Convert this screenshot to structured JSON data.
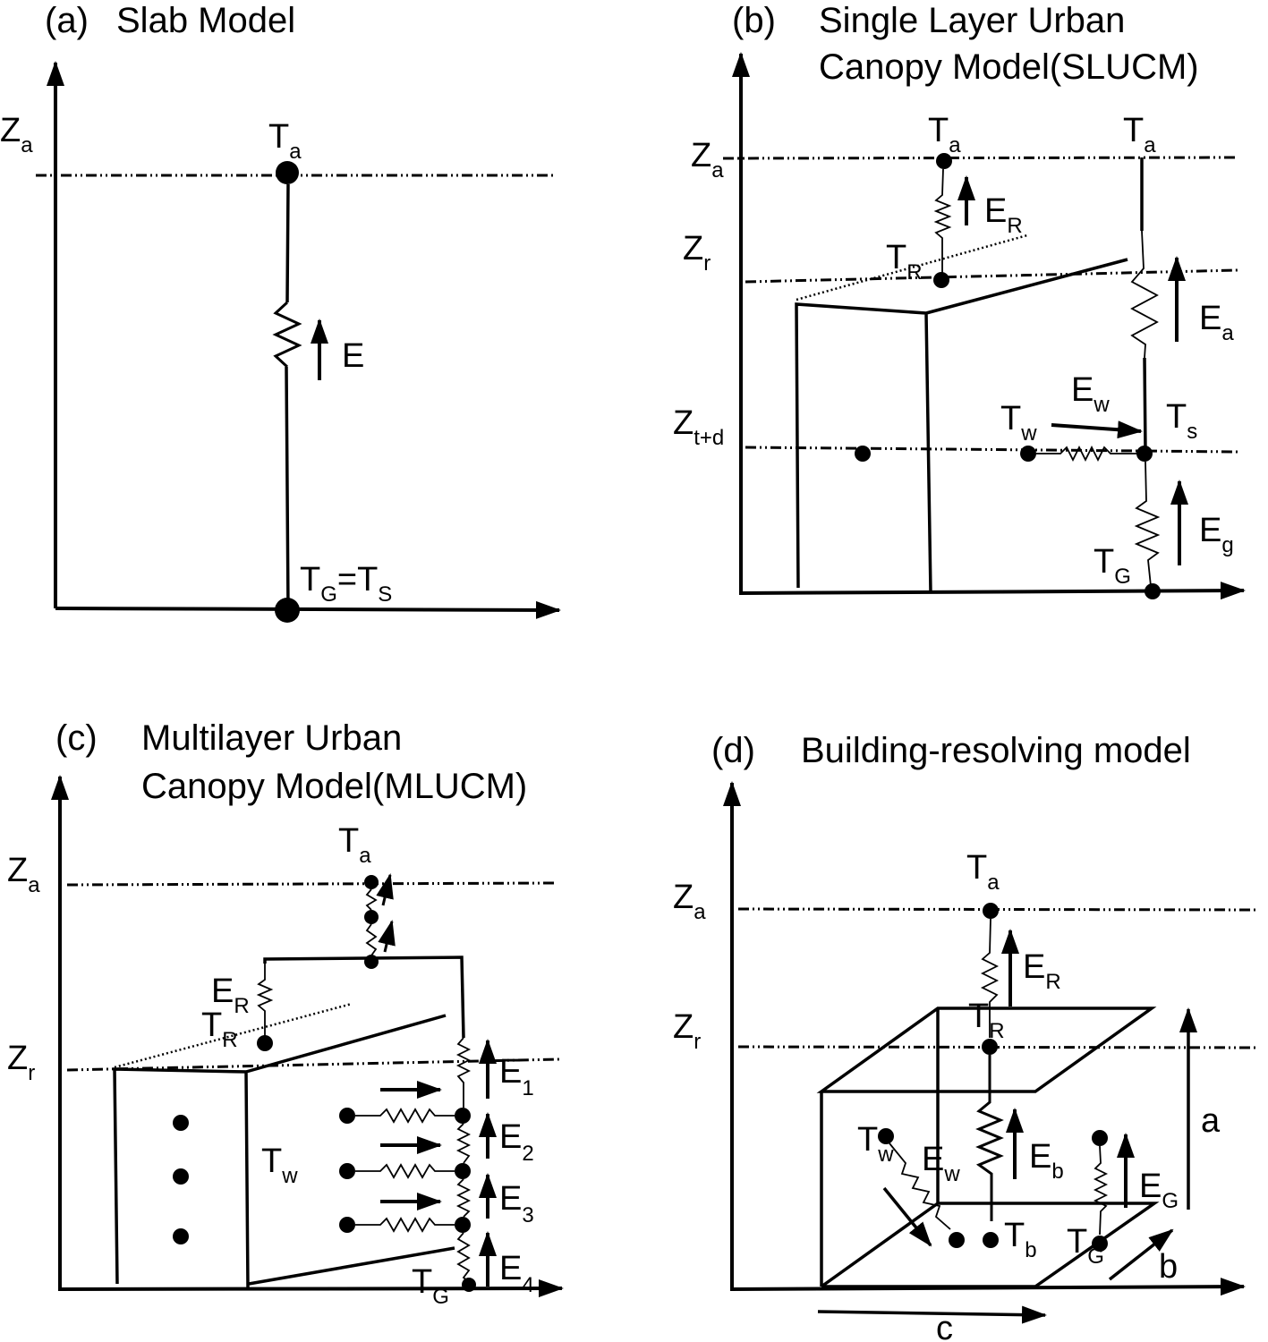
{
  "panel_a": {
    "letter": "(a)",
    "title": "Slab Model",
    "za": [
      "Z",
      "a"
    ],
    "ta": [
      "T",
      "a"
    ],
    "e": "E",
    "tg": [
      "T",
      "G",
      "=T",
      "S"
    ]
  },
  "panel_b": {
    "letter": "(b)",
    "title_1": "Single Layer Urban",
    "title_2": "Canopy Model(SLUCM)",
    "za": [
      "Z",
      "a"
    ],
    "zr": [
      "Z",
      "r"
    ],
    "ztd": [
      "Z",
      "t+d"
    ],
    "ta1": [
      "T",
      "a"
    ],
    "ta2": [
      "T",
      "a"
    ],
    "er": [
      "E",
      "R"
    ],
    "tr": [
      "T",
      "R"
    ],
    "ea": [
      "E",
      "a"
    ],
    "ew": [
      "E",
      "w"
    ],
    "tw": [
      "T",
      "w"
    ],
    "ts": [
      "T",
      "s"
    ],
    "eg": [
      "E",
      "g"
    ],
    "tg": [
      "T",
      "G"
    ]
  },
  "panel_c": {
    "letter": "(c)",
    "title_1": "Multilayer Urban",
    "title_2": "Canopy Model(MLUCM)",
    "za": [
      "Z",
      "a"
    ],
    "zr": [
      "Z",
      "r"
    ],
    "ta": [
      "T",
      "a"
    ],
    "er": [
      "E",
      "R"
    ],
    "tr": [
      "T",
      "R"
    ],
    "tw": [
      "T",
      "w"
    ],
    "e1": [
      "E",
      "1"
    ],
    "e2": [
      "E",
      "2"
    ],
    "e3": [
      "E",
      "3"
    ],
    "e4": [
      "E",
      "4"
    ],
    "tg": [
      "T",
      "G"
    ]
  },
  "panel_d": {
    "letter": "(d)",
    "title": "Building-resolving model",
    "za": [
      "Z",
      "a"
    ],
    "zr": [
      "Z",
      "r"
    ],
    "ta": [
      "T",
      "a"
    ],
    "er": [
      "E",
      "R"
    ],
    "tr": [
      "T",
      "R"
    ],
    "tw": [
      "T",
      "w"
    ],
    "ew": [
      "E",
      "w"
    ],
    "eb": [
      "E",
      "b"
    ],
    "tb": [
      "T",
      "b"
    ],
    "eg": [
      "E",
      "G"
    ],
    "tg": [
      "T",
      "G"
    ],
    "a": "a",
    "b": "b",
    "c": "c"
  },
  "colors": {
    "ink": "#000000",
    "background": "#ffffff"
  }
}
